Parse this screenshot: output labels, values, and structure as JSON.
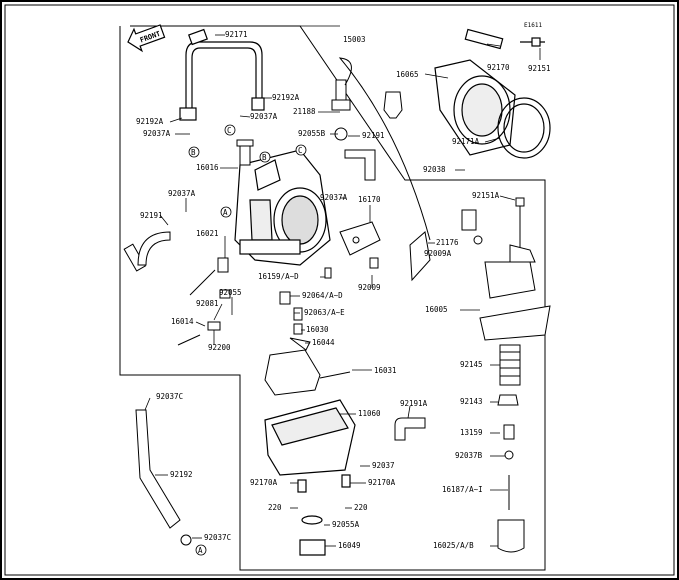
{
  "diagram_code": "E1611",
  "front_label": "FRONT",
  "callouts": {
    "A": "A",
    "B": "B",
    "C": "C"
  },
  "parts": {
    "p92171": "92171",
    "p15003": "15003",
    "p16065": "16065",
    "p92170": "92170",
    "p92151": "92151",
    "p92192A": "92192A",
    "p92192A_b": "92192A",
    "p92037A_a": "92037A",
    "p92037A_b": "92037A",
    "p21188": "21188",
    "p92055B": "92055B",
    "p92191": "92191",
    "p92171A": "92171A",
    "p16016": "16016",
    "p92038": "92038",
    "p92037A_c": "92037A",
    "p92037A_d": "92037A",
    "p16170": "16170",
    "p92151A": "92151A",
    "p92191_b": "92191",
    "p21176": "21176",
    "p92009A": "92009A",
    "p16021": "16021",
    "p16159": "16159/A~D",
    "p92009": "92009",
    "p92055": "92055",
    "p92064": "92064/A~D",
    "p92081": "92081",
    "p16005": "16005",
    "p16014": "16014",
    "p92063": "92063/A~E",
    "p16030": "16030",
    "p92200": "92200",
    "p16044": "16044",
    "p92145": "92145",
    "p16031": "16031",
    "p92037C_a": "92037C",
    "p92143": "92143",
    "p92191A": "92191A",
    "p11060": "11060",
    "p13159": "13159",
    "p92037B": "92037B",
    "p92037": "92037",
    "p92192": "92192",
    "p92170A_a": "92170A",
    "p92170A_b": "92170A",
    "p16187": "16187/A~I",
    "p220_a": "220",
    "p220_b": "220",
    "p92055A": "92055A",
    "p92037C_b": "92037C",
    "p16049": "16049",
    "p16025": "16025/A/B"
  }
}
